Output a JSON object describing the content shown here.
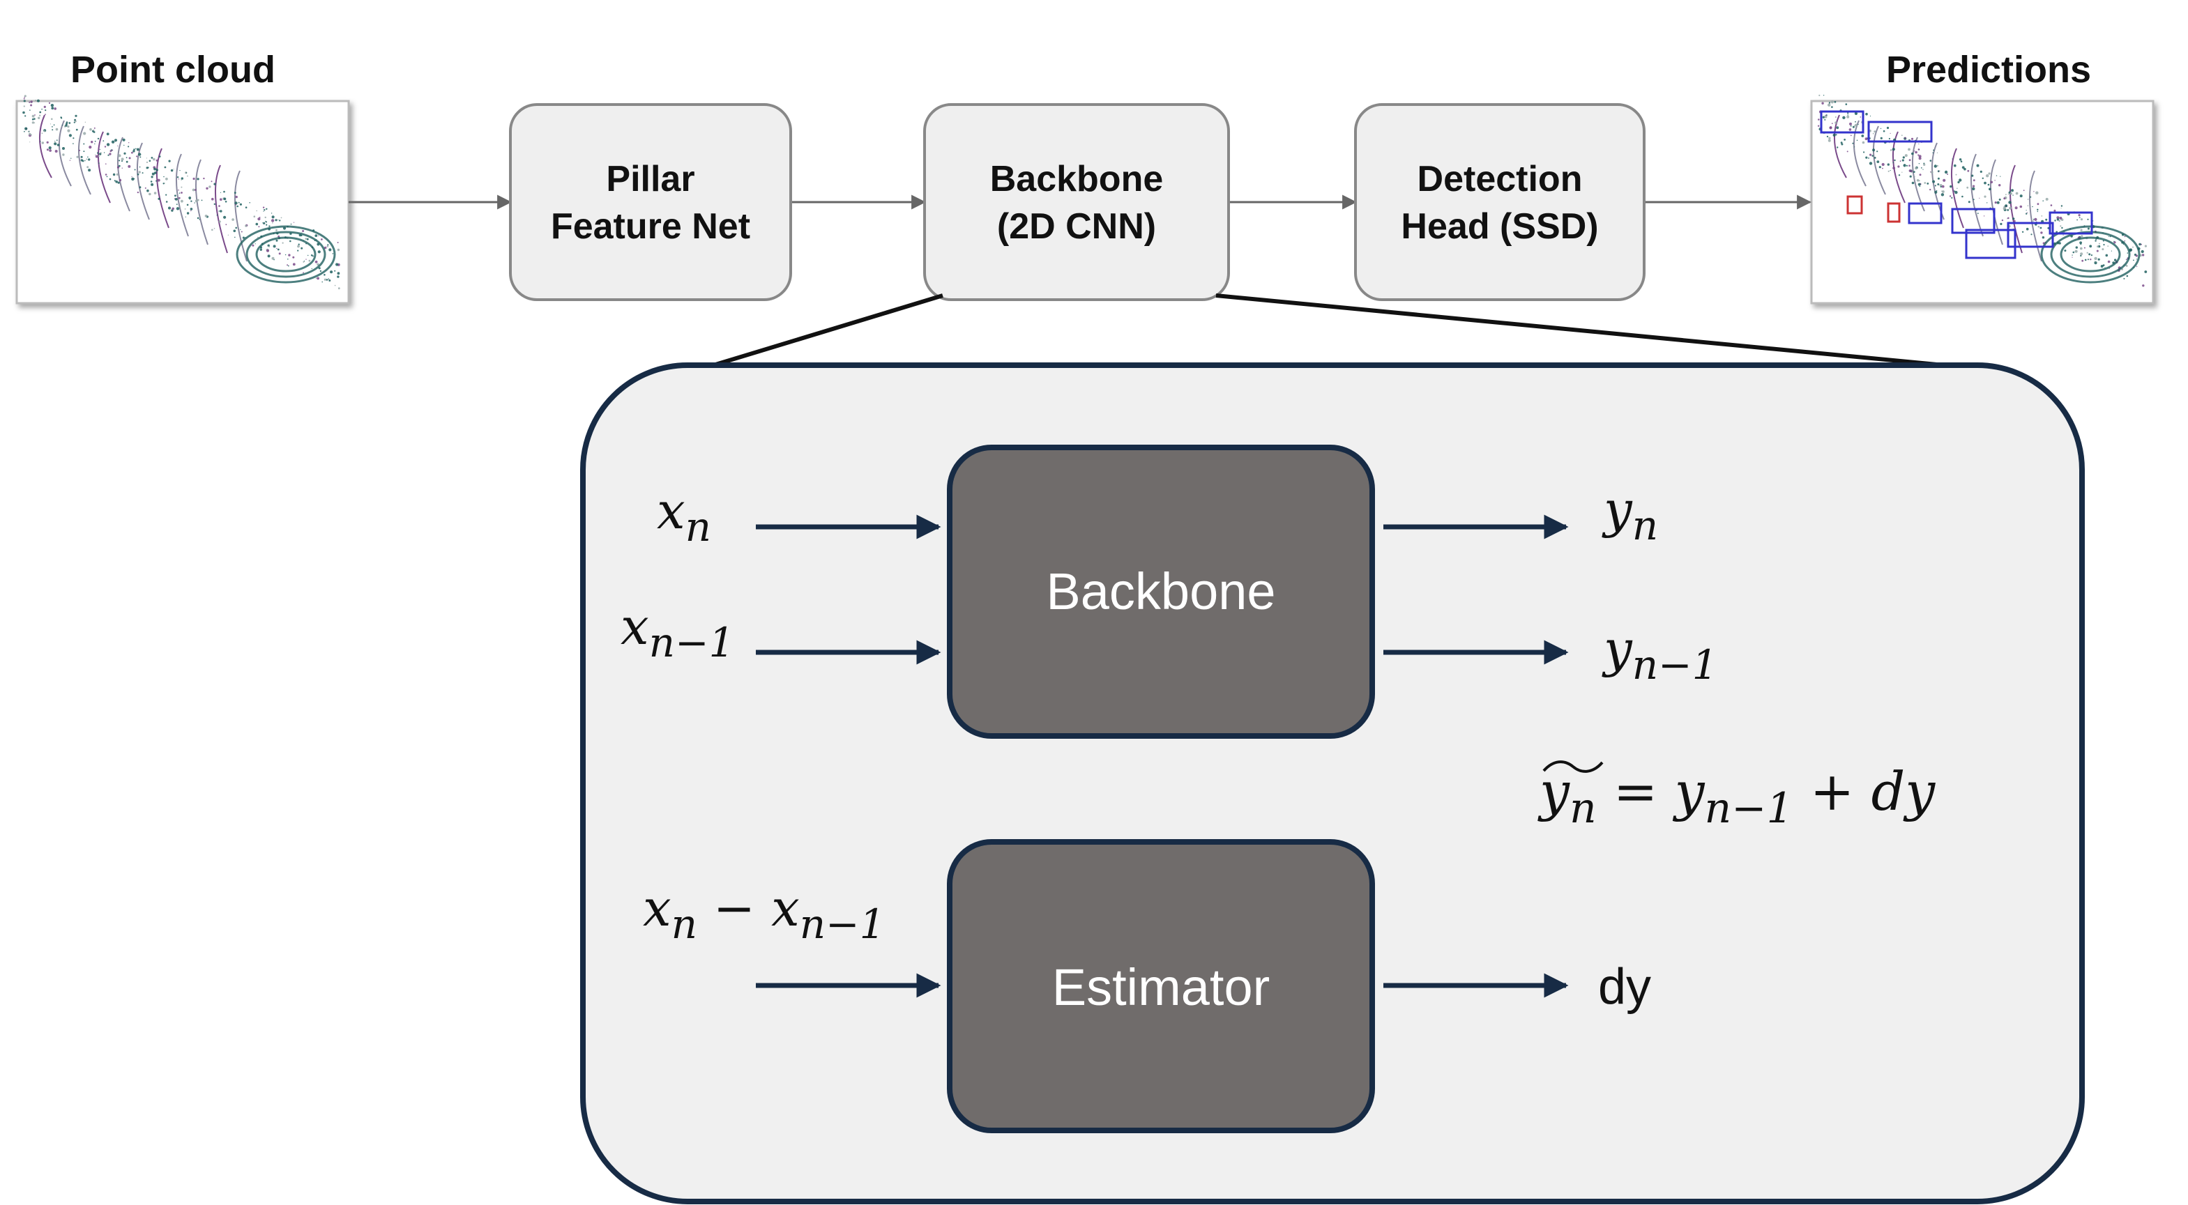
{
  "pipeline": {
    "input_title": "Point cloud",
    "output_title": "Predictions",
    "pillar": [
      "Pillar",
      "Feature Net"
    ],
    "backbone": [
      "Backbone",
      "(2D CNN)"
    ],
    "detection": [
      "Detection",
      "Head (SSD)"
    ]
  },
  "detail": {
    "backbone_block": "Backbone",
    "estimator_block": "Estimator",
    "inputs": {
      "x_n": {
        "base": "x",
        "sub": "n"
      },
      "x_n1": {
        "base": "x",
        "sub": "n−1"
      },
      "x_diff": {
        "a": "x",
        "a_sub": "n",
        "op": " − ",
        "b": "x",
        "b_sub": "n−1"
      }
    },
    "outputs": {
      "y_n": {
        "base": "y",
        "sub": "n"
      },
      "y_n1": {
        "base": "y",
        "sub": "n−1"
      },
      "dy": "dy"
    },
    "equation": {
      "lhs_base": "y",
      "lhs_sub": "n",
      "eq": " = ",
      "rhs_base": "y",
      "rhs_sub": "n−1",
      "plus": " + ",
      "tail": "dy"
    }
  },
  "colors": {
    "stage_fill": "#efefef",
    "stage_stroke": "#888888",
    "connector": "#666666",
    "zoom_line": "#111111",
    "detail_fill": "#f0f0f0",
    "detail_stroke": "#172b45",
    "block_fill": "#706c6b",
    "block_stroke": "#172b45",
    "arrow": "#172b45",
    "point_dark": "#1f5f5f",
    "point_purple": "#7a4a8a",
    "box_blue": "#3333cc",
    "box_red": "#cc3333"
  }
}
